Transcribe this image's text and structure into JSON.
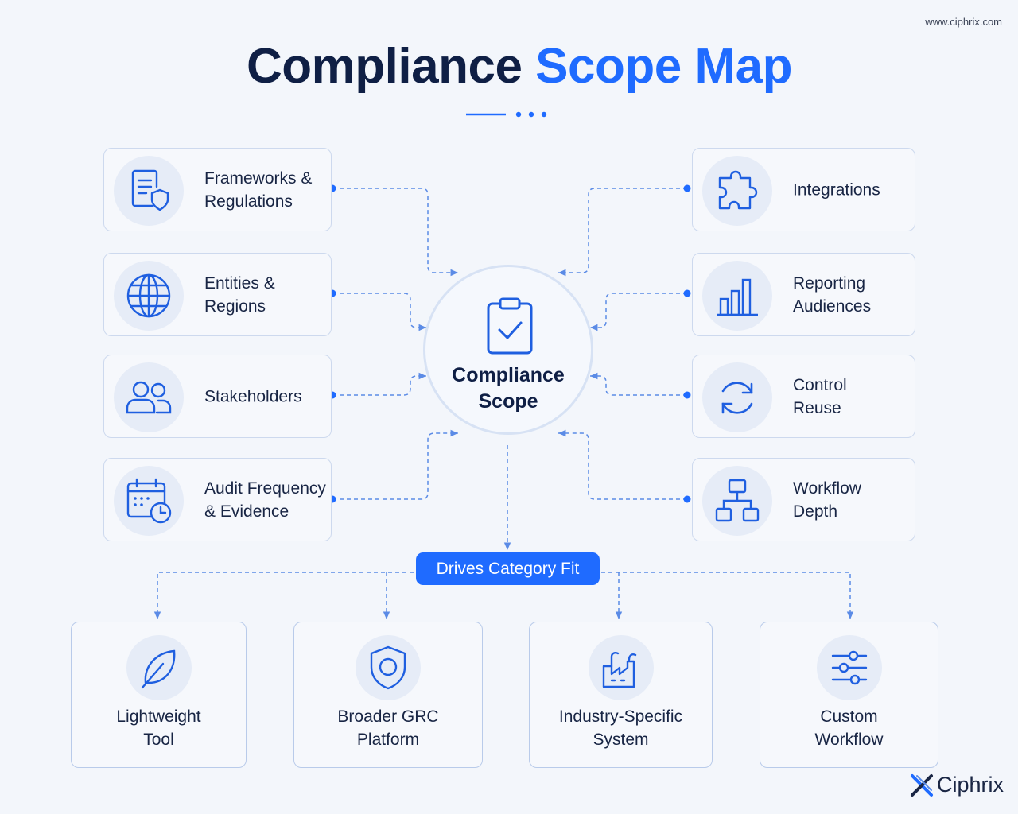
{
  "site_url": "www.ciphrix.com",
  "title": {
    "main": "Compliance",
    "accent": "Scope Map"
  },
  "colors": {
    "accent": "#1f6bff",
    "navy": "#0f1f45",
    "connector": "#5b8be6"
  },
  "hub": {
    "label": "Compliance\nScope",
    "icon": "clipboard-check-icon"
  },
  "left_items": [
    {
      "label": "Frameworks &\nRegulations",
      "icon": "document-shield-icon"
    },
    {
      "label": "Entities &\nRegions",
      "icon": "globe-icon"
    },
    {
      "label": "Stakeholders",
      "icon": "users-icon"
    },
    {
      "label": "Audit Frequency\n& Evidence",
      "icon": "calendar-clock-icon"
    }
  ],
  "right_items": [
    {
      "label": "Integrations",
      "icon": "puzzle-icon"
    },
    {
      "label": "Reporting\nAudiences",
      "icon": "bar-chart-icon"
    },
    {
      "label": "Control\nReuse",
      "icon": "refresh-icon"
    },
    {
      "label": "Workflow\nDepth",
      "icon": "hierarchy-icon"
    }
  ],
  "drives_label": "Drives Category Fit",
  "categories": [
    {
      "label": "Lightweight\nTool",
      "icon": "leaf-icon"
    },
    {
      "label": "Broader GRC\nPlatform",
      "icon": "shield-icon"
    },
    {
      "label": "Industry-Specific\nSystem",
      "icon": "factory-icon"
    },
    {
      "label": "Custom\nWorkflow",
      "icon": "sliders-icon"
    }
  ],
  "brand": {
    "name": "Ciphrix",
    "icon": "ciphrix-logo-icon"
  }
}
